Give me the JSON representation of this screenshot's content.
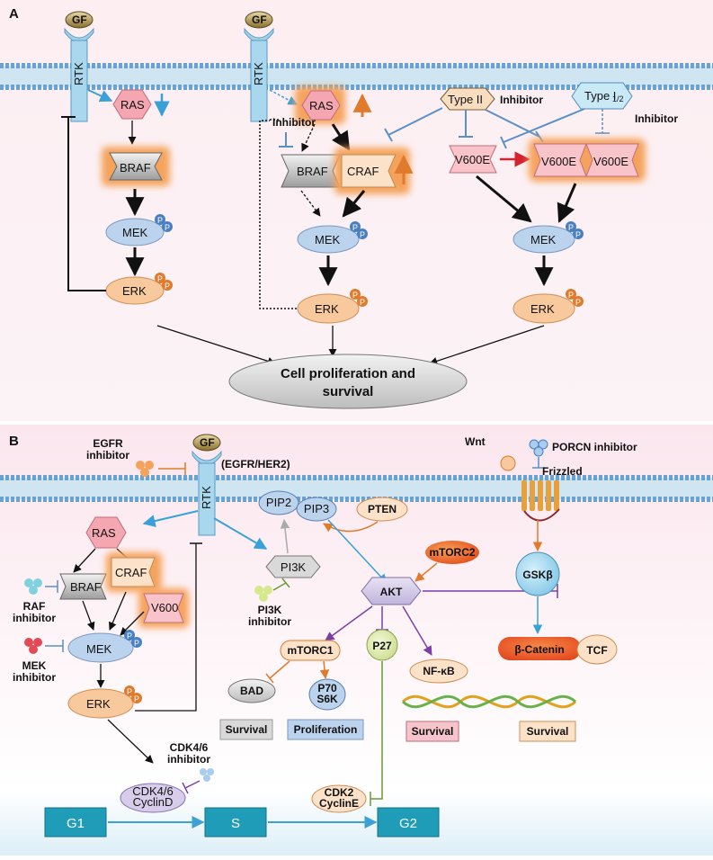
{
  "panelA": {
    "label": "A",
    "gf": [
      "GF",
      "GF"
    ],
    "rtk": [
      "RTK",
      "RTK"
    ],
    "col1": {
      "ras": "RAS",
      "braf": "BRAF",
      "mek": "MEK",
      "erk": "ERK"
    },
    "col2": {
      "ras": "RAS",
      "inhibitor": "Inhibitor",
      "braf": "BRAF",
      "craf": "CRAF",
      "mek": "MEK",
      "erk": "ERK"
    },
    "col3": {
      "type2": "Type II",
      "type2_label": "Inhibitor",
      "type1": "Type I",
      "type1_sub": "1/2",
      "type1_label": "Inhibitor",
      "v600e_a": "V600E",
      "v600e_b": "V600E",
      "v600e_c": "V600E",
      "mek": "MEK",
      "erk": "ERK"
    },
    "outcome_line1": "Cell proliferation and",
    "outcome_line2": "survival",
    "phospho": "P"
  },
  "panelB": {
    "label": "B",
    "gf": "GF",
    "rtk": "RTK",
    "egfr_her2": "(EGFR/HER2)",
    "egfr_inhibitor": [
      "EGFR",
      "inhibitor"
    ],
    "ras": "RAS",
    "braf": "BRAF",
    "craf": "CRAF",
    "v600": "V600",
    "raf_inhibitor": [
      "RAF",
      "inhibitor"
    ],
    "mek": "MEK",
    "mek_inhibitor": [
      "MEK",
      "inhibitor"
    ],
    "erk": "ERK",
    "cdk46_inhibitor": [
      "CDK4/6",
      "inhibitor"
    ],
    "cdk46": [
      "CDK4/6",
      "CyclinD"
    ],
    "pip2": "PIP2",
    "pip3": "PIP3",
    "pten": "PTEN",
    "pi3k": "PI3K",
    "pi3k_inhibitor": [
      "PI3K",
      "inhibitor"
    ],
    "mtorc2": "mTORC2",
    "akt": "AKT",
    "mtorc1": "mTORC1",
    "bad": "BAD",
    "p70": [
      "P70",
      "S6K"
    ],
    "p27": "P27",
    "nfkb": "NF-κB",
    "wnt": "Wnt",
    "porcn": "PORCN inhibitor",
    "frizzled": "Frizzled",
    "gsk": "GSKβ",
    "bcatenin": "β-Catenin",
    "tcf": "TCF",
    "cdk2": [
      "CDK2",
      "CyclinE"
    ],
    "boxes": [
      "Survival",
      "Proliferation",
      "Survival",
      "Survival"
    ],
    "phases": [
      "G1",
      "S",
      "G2"
    ],
    "phospho": "P"
  },
  "colors": {
    "ras": "#f4a7b0",
    "mek": "#bcd3ee",
    "erk": "#f8c99c",
    "akt": "#d5cdea",
    "phase": "#1e9cb8",
    "inhibitor_line": "#5b8fc7",
    "activation": "#3aa0d8",
    "glow": "#f5a35c"
  }
}
